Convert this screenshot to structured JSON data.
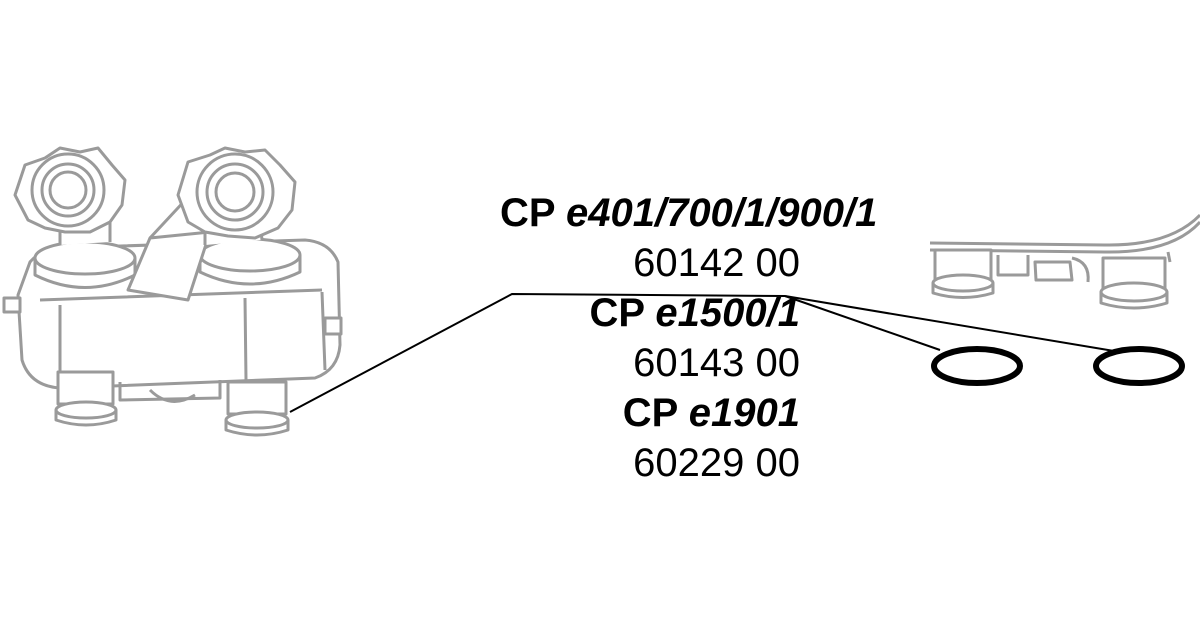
{
  "parts": [
    {
      "prefix": "CP",
      "model": "e401/700/1/900/1",
      "code": "60142 00"
    },
    {
      "prefix": "CP",
      "model": "e1500/1",
      "code": "60143 00"
    },
    {
      "prefix": "CP",
      "model": "e1901",
      "code": "60229 00"
    }
  ],
  "colors": {
    "outline": "#9a9a9a",
    "leader": "#000000",
    "oring": "#000000",
    "text": "#000000"
  }
}
